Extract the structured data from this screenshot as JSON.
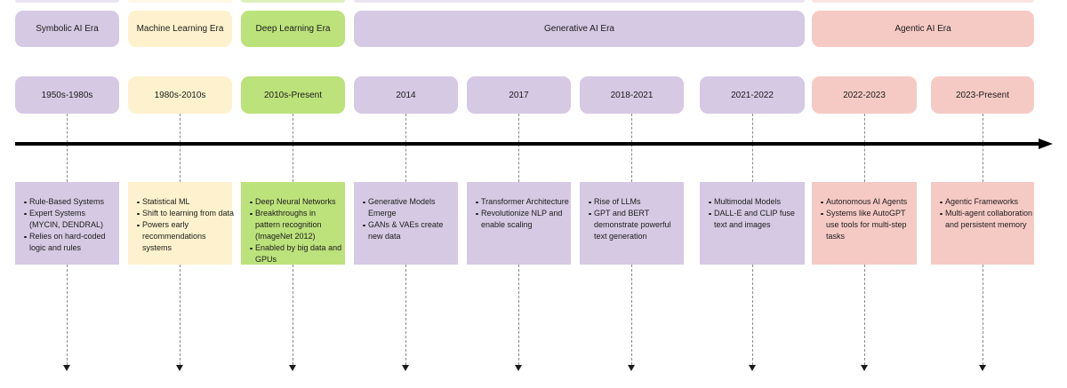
{
  "palette": {
    "purple": "#d6c9e4",
    "yellow": "#fdf2cd",
    "green": "#bce27b",
    "pink": "#f6cac4",
    "axis": "#000000",
    "dash": "#8a8a8a",
    "text": "#1c1c1c"
  },
  "eras": [
    {
      "label": "Symbolic AI Era"
    },
    {
      "label": "Machine Learning Era"
    },
    {
      "label": "Deep Learning Era"
    },
    {
      "label": "Generative AI Era"
    },
    {
      "label": "Agentic AI Era"
    }
  ],
  "columns": [
    {
      "period": "1950s-1980s",
      "bullets": [
        "Rule-Based Systems",
        "Expert Systems\n(MYCIN, DENDRAL)",
        "Relies on hard-coded\nlogic and rules"
      ]
    },
    {
      "period": "1980s-2010s",
      "bullets": [
        "Statistical ML",
        "Shift to learning from data",
        "Powers early\nrecommendations\nsystems"
      ]
    },
    {
      "period": "2010s-Present",
      "bullets": [
        "Deep Neural Networks",
        "Breakthroughs in\npattern recognition\n(ImageNet 2012)",
        "Enabled by big data and\nGPUs"
      ]
    },
    {
      "period": "2014",
      "bullets": [
        "Generative Models\nEmerge",
        "GANs & VAEs create\nnew data"
      ]
    },
    {
      "period": "2017",
      "bullets": [
        "Transformer Architecture",
        "Revolutionize NLP and\nenable scaling"
      ]
    },
    {
      "period": "2018-2021",
      "bullets": [
        "Rise of LLMs",
        "GPT and BERT\ndemonstrate powerful\ntext generation"
      ]
    },
    {
      "period": "2021-2022",
      "bullets": [
        "Multimodal Models",
        "DALL-E and CLIP fuse\ntext and images"
      ]
    },
    {
      "period": "2022-2023",
      "bullets": [
        "Autonomous AI Agents",
        "Systems like AutoGPT\nuse tools for multi-step\ntasks"
      ]
    },
    {
      "period": "2023-Present",
      "bullets": [
        "Agentic Frameworks",
        "Multi-agent collaboration\nand persistent memory"
      ]
    }
  ]
}
